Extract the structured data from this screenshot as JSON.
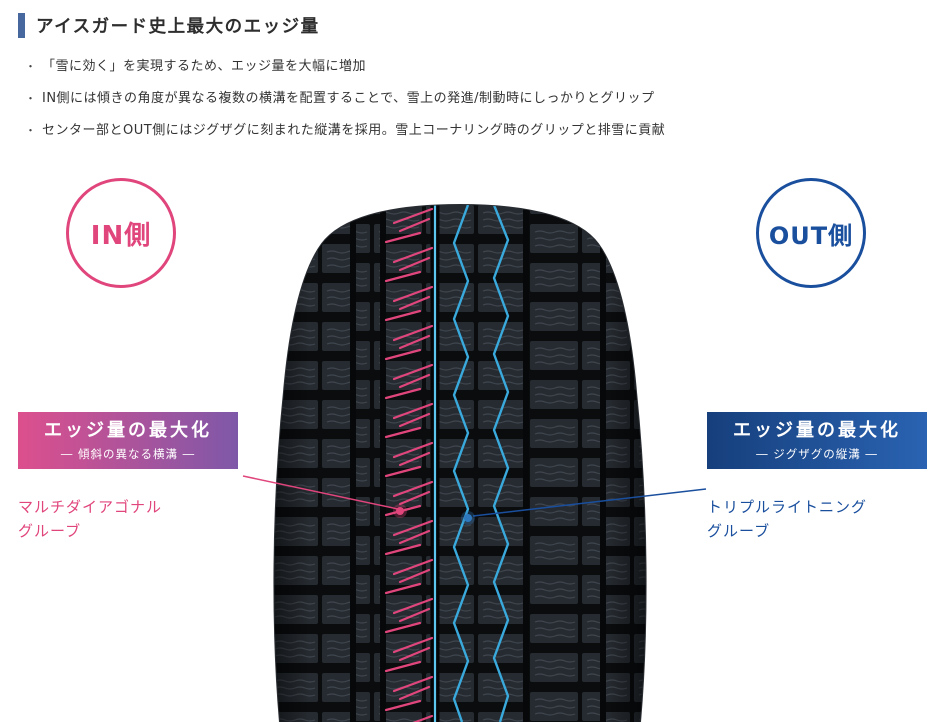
{
  "colors": {
    "pink": "#e0457c",
    "purple": "#7e58a8",
    "blue": "#1a4f9e",
    "light_blue": "#3aa9dc",
    "accent_bar": "#47679f"
  },
  "header": {
    "title": "アイスガード史上最大のエッジ量"
  },
  "bullet_marker": "・",
  "bullets": [
    "「雪に効く」を実現するため、エッジ量を大幅に増加",
    "IN側には傾きの角度が異なる複数の横溝を配置することで、雪上の発進/制動時にしっかりとグリップ",
    "センター部とOUT側にはジグザグに刻まれた縦溝を採用。雪上コーナリング時のグリップと排雪に貢献"
  ],
  "diagram": {
    "in_badge": "IN側",
    "out_badge": "OUT側",
    "left_callout": {
      "title": "エッジ量の最大化",
      "subtitle": "― 傾斜の異なる横溝 ―",
      "groove_name": "マルチダイアゴナル\nグルーブ"
    },
    "right_callout": {
      "title": "エッジ量の最大化",
      "subtitle": "― ジグザグの縦溝 ―",
      "groove_name": "トリプルライトニング\nグルーブ"
    }
  }
}
